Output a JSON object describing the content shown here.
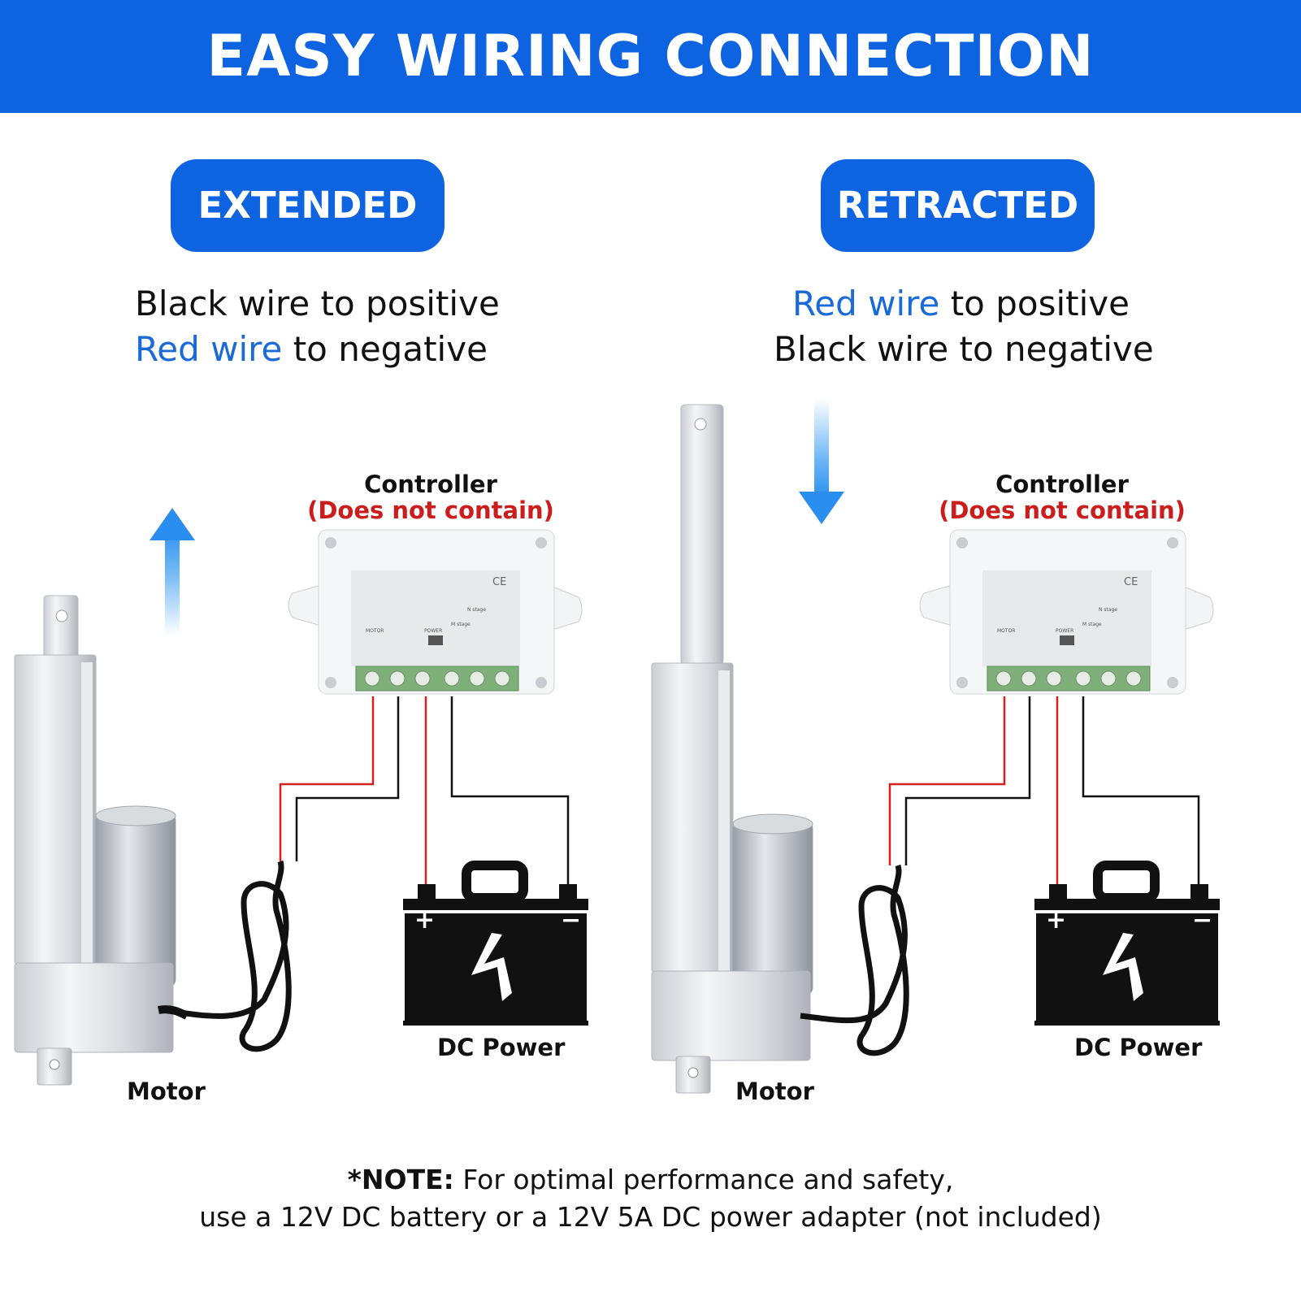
{
  "header": {
    "title": "EASY WIRING CONNECTION"
  },
  "extended": {
    "badge": "EXTENDED",
    "line1_a": "Black wire to positive",
    "line2_a": "Red wire",
    "line2_b": " to negative",
    "controller_title": "Controller",
    "controller_note": "(Does not contain)",
    "motor_label": "Motor",
    "power_label": "DC Power",
    "arrow_direction": "up"
  },
  "retracted": {
    "badge": "RETRACTED",
    "line1_a": "Red wire",
    "line1_b": " to positive",
    "line2_a": "Black wire to negative",
    "controller_title": "Controller",
    "controller_note": "(Does not contain)",
    "motor_label": "Motor",
    "power_label": "DC Power",
    "arrow_direction": "down"
  },
  "battery": {
    "plus": "+",
    "minus": "−"
  },
  "controller_markings": {
    "ce": "CE",
    "motor": "MOTOR",
    "power": "POWER",
    "stage_n": "N stage",
    "stage_m": "M stage",
    "power_side": "POWER"
  },
  "note": {
    "prefix": "*NOTE:",
    "line1": " For optimal performance and safety,",
    "line2": "use a 12V DC battery or a 12V 5A DC power adapter (not included)"
  },
  "colors": {
    "brand_blue": "#0d63e0",
    "accent_text_blue": "#1a6ad8",
    "wire_red": "#d42020",
    "wire_black": "#111111",
    "note_red": "#cc1d1d"
  }
}
